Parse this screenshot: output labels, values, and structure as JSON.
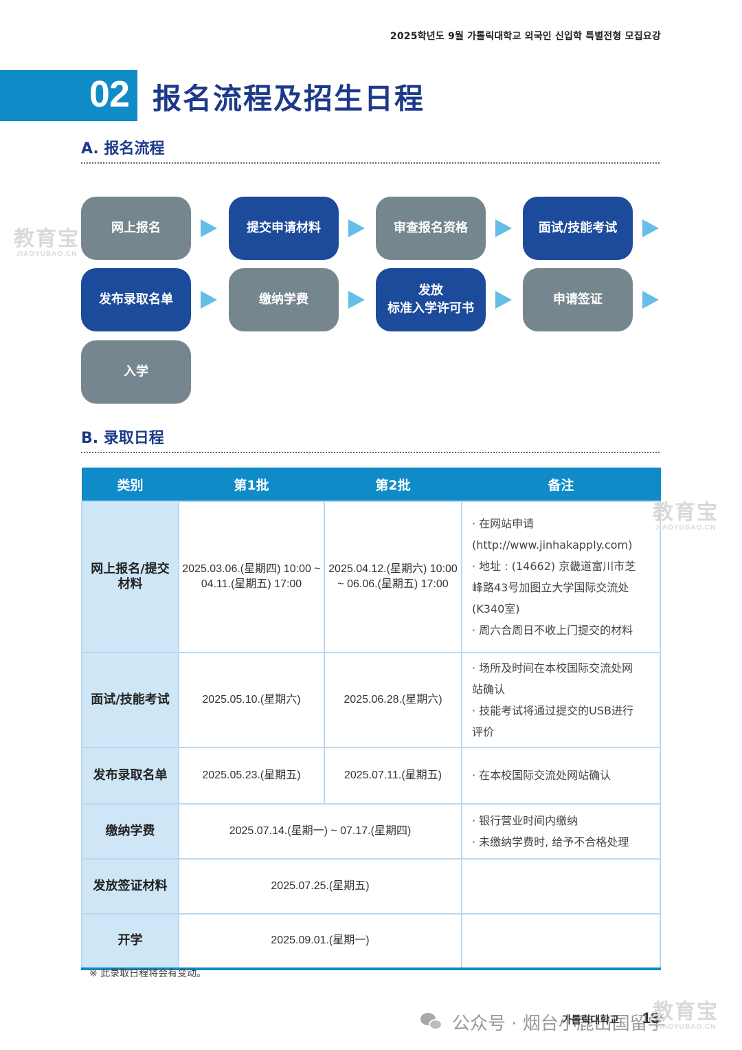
{
  "header": {
    "text": "2025학년도 9월 가톨릭대학교 외국인 신입학 특별전형 모집요강"
  },
  "title": {
    "number": "02",
    "text": "报名流程及招生日程"
  },
  "section_a": {
    "title": "A. 报名流程"
  },
  "flow": [
    {
      "lines": [
        "网上报名"
      ],
      "color": "#76868f"
    },
    {
      "lines": [
        "提交申请材料"
      ],
      "color": "#1c4b9b"
    },
    {
      "lines": [
        "审查报名资格"
      ],
      "color": "#76868f"
    },
    {
      "lines": [
        "面试/技能考试"
      ],
      "color": "#1c4b9b"
    },
    {
      "lines": [
        "发布录取名单"
      ],
      "color": "#1c4b9b"
    },
    {
      "lines": [
        "缴纳学费"
      ],
      "color": "#76868f"
    },
    {
      "lines": [
        "发放",
        "标准入学许可书"
      ],
      "color": "#1c4b9b"
    },
    {
      "lines": [
        "申请签证"
      ],
      "color": "#76868f"
    },
    {
      "lines": [
        "入学"
      ],
      "color": "#76868f"
    }
  ],
  "section_b": {
    "title": "B. 录取日程"
  },
  "table": {
    "headers": [
      "类别",
      "第1批",
      "第2批",
      "备注"
    ],
    "rows": [
      {
        "category": "网上报名/提交材料",
        "batch1": "2025.03.06.(星期四) 10:00 ~ 04.11.(星期五) 17:00",
        "batch2": "2025.04.12.(星期六) 10:00 ~ 06.06.(星期五) 17:00",
        "notes": [
          "· 在网站申请",
          "(http://www.jinhakapply.com)",
          "· 地址 : (14662) 京畿道富川市芝",
          "峰路43号加图立大学国际交流处",
          "(K340室)",
          "· 周六合周日不收上门提交的材料"
        ]
      },
      {
        "category": "面试/技能考试",
        "batch1": "2025.05.10.(星期六)",
        "batch2": "2025.06.28.(星期六)",
        "notes": [
          "· 场所及时间在本校国际交流处网",
          "站确认",
          "· 技能考试将通过提交的USB进行",
          "评价"
        ]
      },
      {
        "category": "发布录取名单",
        "batch1": "2025.05.23.(星期五)",
        "batch2": "2025.07.11.(星期五)",
        "notes": [
          "· 在本校国际交流处网站确认"
        ]
      },
      {
        "category": "缴纳学费",
        "merged": "2025.07.14.(星期一) ~ 07.17.(星期四)",
        "notes": [
          "· 银行营业时间内缴纳",
          "· 未缴纳学费时, 给予不合格处理"
        ]
      },
      {
        "category": "发放签证材料",
        "merged": "2025.07.25.(星期五)",
        "notes": []
      },
      {
        "category": "开学",
        "merged": "2025.09.01.(星期一)",
        "notes": []
      }
    ]
  },
  "footnote": "※ 此录取日程将会有变动。",
  "footer": {
    "wechat_text": "公众号 · 烟台小鹿出国留学",
    "brand": "가톨릭대학교",
    "page": "13"
  },
  "watermark": {
    "text": "教育宝",
    "url": "JIAOYUBAO.CN"
  }
}
